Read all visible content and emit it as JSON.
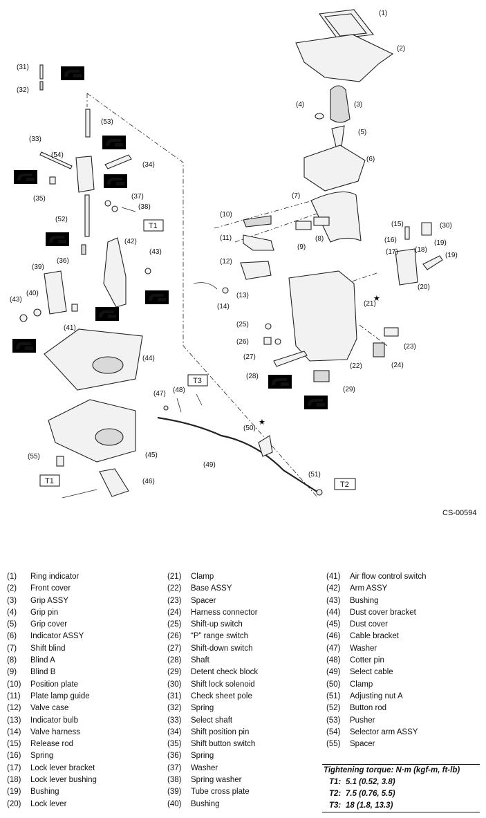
{
  "doc_code": "CS-00594",
  "torque_boxes": {
    "t1": "T1",
    "t2": "T2",
    "t3": "T3"
  },
  "callouts": {
    "c1": "(1)",
    "c2": "(2)",
    "c3": "(3)",
    "c4": "(4)",
    "c5": "(5)",
    "c6": "(6)",
    "c7": "(7)",
    "c8": "(8)",
    "c9": "(9)",
    "c10": "(10)",
    "c11": "(11)",
    "c12": "(12)",
    "c13": "(13)",
    "c14": "(14)",
    "c15": "(15)",
    "c16": "(16)",
    "c17": "(17)",
    "c18": "(18)",
    "c19a": "(19)",
    "c19b": "(19)",
    "c20": "(20)",
    "c21": "(21)",
    "c22": "(22)",
    "c23": "(23)",
    "c24": "(24)",
    "c25": "(25)",
    "c26": "(26)",
    "c27": "(27)",
    "c28": "(28)",
    "c29": "(29)",
    "c30": "(30)",
    "c31": "(31)",
    "c32": "(32)",
    "c33": "(33)",
    "c34": "(34)",
    "c35": "(35)",
    "c36": "(36)",
    "c37": "(37)",
    "c38": "(38)",
    "c39": "(39)",
    "c40": "(40)",
    "c41": "(41)",
    "c42": "(42)",
    "c43a": "(43)",
    "c43b": "(43)",
    "c44": "(44)",
    "c45": "(45)",
    "c46": "(46)",
    "c47": "(47)",
    "c48": "(48)",
    "c49": "(49)",
    "c50": "(50)",
    "c51": "(51)",
    "c52": "(52)",
    "c53": "(53)",
    "c54": "(54)",
    "c55": "(55)"
  },
  "legend": {
    "col1": [
      {
        "num": "(1)",
        "name": "Ring indicator"
      },
      {
        "num": "(2)",
        "name": "Front cover"
      },
      {
        "num": "(3)",
        "name": "Grip ASSY"
      },
      {
        "num": "(4)",
        "name": "Grip pin"
      },
      {
        "num": "(5)",
        "name": "Grip cover"
      },
      {
        "num": "(6)",
        "name": "Indicator ASSY"
      },
      {
        "num": "(7)",
        "name": "Shift blind"
      },
      {
        "num": "(8)",
        "name": "Blind A"
      },
      {
        "num": "(9)",
        "name": "Blind B"
      },
      {
        "num": "(10)",
        "name": "Position plate"
      },
      {
        "num": "(11)",
        "name": "Plate lamp guide"
      },
      {
        "num": "(12)",
        "name": "Valve case"
      },
      {
        "num": "(13)",
        "name": "Indicator bulb"
      },
      {
        "num": "(14)",
        "name": "Valve harness"
      },
      {
        "num": "(15)",
        "name": "Release rod"
      },
      {
        "num": "(16)",
        "name": "Spring"
      },
      {
        "num": "(17)",
        "name": "Lock lever bracket"
      },
      {
        "num": "(18)",
        "name": "Lock lever bushing"
      },
      {
        "num": "(19)",
        "name": "Bushing"
      },
      {
        "num": "(20)",
        "name": "Lock lever"
      }
    ],
    "col2": [
      {
        "num": "(21)",
        "name": "Clamp"
      },
      {
        "num": "(22)",
        "name": "Base ASSY"
      },
      {
        "num": "(23)",
        "name": "Spacer"
      },
      {
        "num": "(24)",
        "name": "Harness connector"
      },
      {
        "num": "(25)",
        "name": "Shift-up switch"
      },
      {
        "num": "(26)",
        "name": "“P” range switch"
      },
      {
        "num": "(27)",
        "name": "Shift-down switch"
      },
      {
        "num": "(28)",
        "name": "Shaft"
      },
      {
        "num": "(29)",
        "name": "Detent check block"
      },
      {
        "num": "(30)",
        "name": "Shift lock solenoid"
      },
      {
        "num": "(31)",
        "name": "Check sheet pole"
      },
      {
        "num": "(32)",
        "name": "Spring"
      },
      {
        "num": "(33)",
        "name": "Select shaft"
      },
      {
        "num": "(34)",
        "name": "Shift position pin"
      },
      {
        "num": "(35)",
        "name": "Shift button switch"
      },
      {
        "num": "(36)",
        "name": "Spring"
      },
      {
        "num": "(37)",
        "name": "Washer"
      },
      {
        "num": "(38)",
        "name": "Spring washer"
      },
      {
        "num": "(39)",
        "name": "Tube cross plate"
      },
      {
        "num": "(40)",
        "name": "Bushing"
      }
    ],
    "col3": [
      {
        "num": "(41)",
        "name": "Air flow control switch"
      },
      {
        "num": "(42)",
        "name": "Arm ASSY"
      },
      {
        "num": "(43)",
        "name": "Bushing"
      },
      {
        "num": "(44)",
        "name": "Dust cover bracket"
      },
      {
        "num": "(45)",
        "name": "Dust cover"
      },
      {
        "num": "(46)",
        "name": "Cable bracket"
      },
      {
        "num": "(47)",
        "name": "Washer"
      },
      {
        "num": "(48)",
        "name": "Cotter pin"
      },
      {
        "num": "(49)",
        "name": "Select cable"
      },
      {
        "num": "(50)",
        "name": "Clamp"
      },
      {
        "num": "(51)",
        "name": "Adjusting nut A"
      },
      {
        "num": "(52)",
        "name": "Button rod"
      },
      {
        "num": "(53)",
        "name": "Pusher"
      },
      {
        "num": "(54)",
        "name": "Selector arm ASSY"
      },
      {
        "num": "(55)",
        "name": "Spacer"
      }
    ]
  },
  "torque": {
    "title": "Tightening torque: N·m (kgf-m, ft-lb)",
    "rows": [
      {
        "key": "T1:",
        "value": "5.1 (0.52, 3.8)"
      },
      {
        "key": "T2:",
        "value": "7.5 (0.76, 5.5)"
      },
      {
        "key": "T3:",
        "value": "18 (1.8, 13.3)"
      }
    ]
  }
}
